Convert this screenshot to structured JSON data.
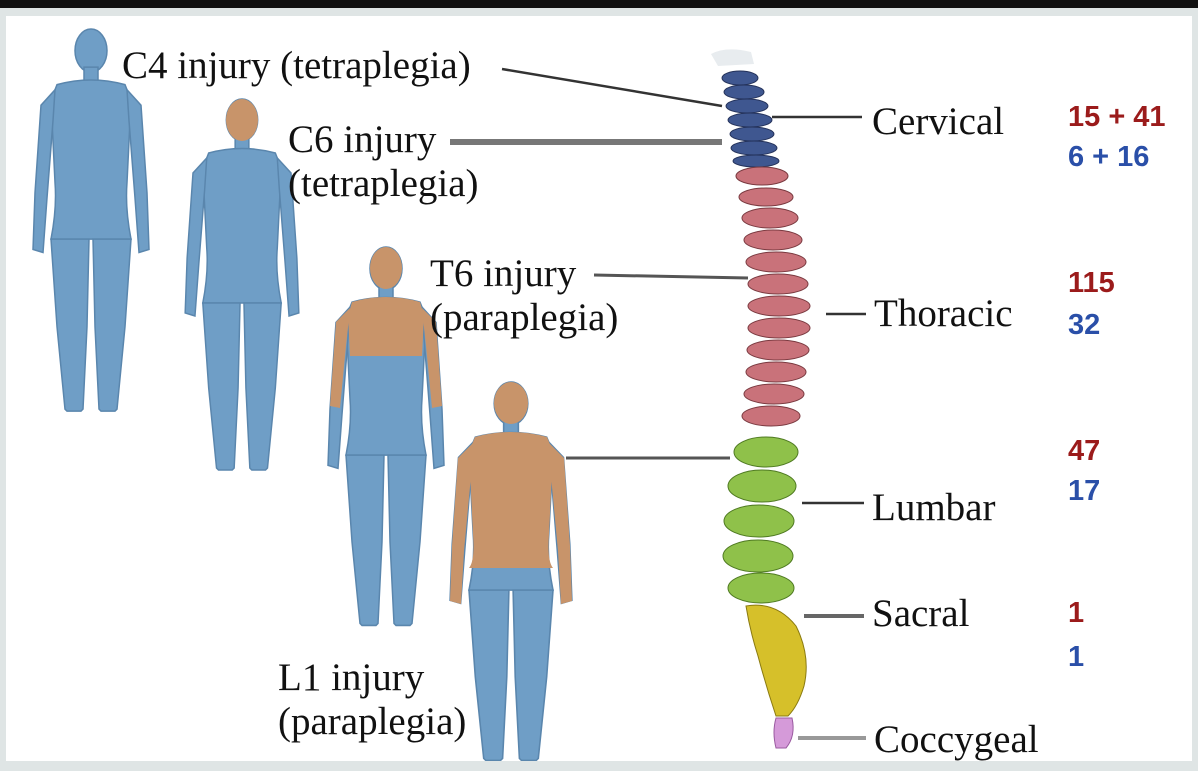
{
  "injuries": [
    {
      "line1": "C4 injury (tetraplegia)",
      "line2": ""
    },
    {
      "line1": "C6 injury",
      "line2": "(tetraplegia)"
    },
    {
      "line1": "T6 injury",
      "line2": "(paraplegia)"
    },
    {
      "line1": "L1 injury",
      "line2": "(paraplegia)"
    }
  ],
  "regions": [
    {
      "name": "Cervical",
      "red": "15 + 41",
      "blue": "6 + 16"
    },
    {
      "name": "Thoracic",
      "red": "115",
      "blue": "32"
    },
    {
      "name": "Lumbar",
      "red": "47",
      "blue": "17"
    },
    {
      "name": "Sacral",
      "red": "1",
      "blue": "1"
    },
    {
      "name": "Coccygeal",
      "red": "",
      "blue": ""
    }
  ],
  "colors": {
    "red_count": "#9b1b1b",
    "blue_count": "#2a4fa8",
    "paralyzed": "#6f9ec6",
    "skin": "#c8946a",
    "cervical": "#3f5790",
    "thoracic": "#c9727a",
    "lumbar": "#8fc14a",
    "sacral": "#d6c02a",
    "coccygeal": "#d59ad9"
  }
}
